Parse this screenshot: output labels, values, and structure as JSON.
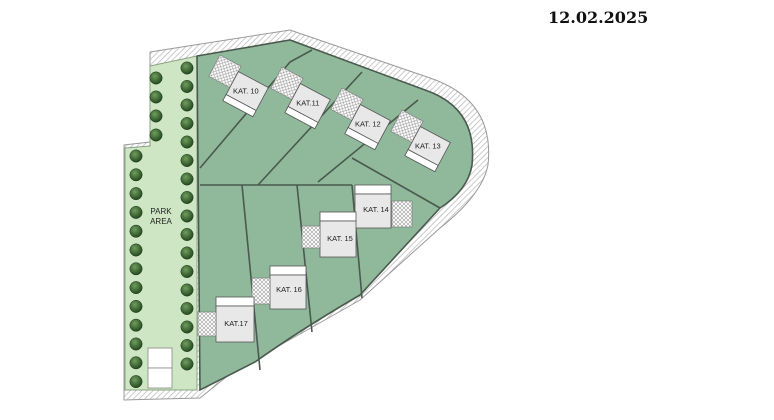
{
  "header": {
    "date": "12.02.2025"
  },
  "park": {
    "label_line1": "PARK",
    "label_line2": "AREA"
  },
  "plots": [
    {
      "label": "KAT. 10"
    },
    {
      "label": "KAT.11"
    },
    {
      "label": "KAT. 12"
    },
    {
      "label": "KAT. 13"
    },
    {
      "label": "KAT. 14"
    },
    {
      "label": "KAT. 15"
    },
    {
      "label": "KAT. 16"
    },
    {
      "label": "KAT.17"
    }
  ],
  "colors": {
    "plot_green": "#90b89a",
    "park_green": "#cfe6c4",
    "tree_dark": "#2f5a2a",
    "road_hatch": "#bfbfbf",
    "boundary": "#4a5a4e"
  }
}
